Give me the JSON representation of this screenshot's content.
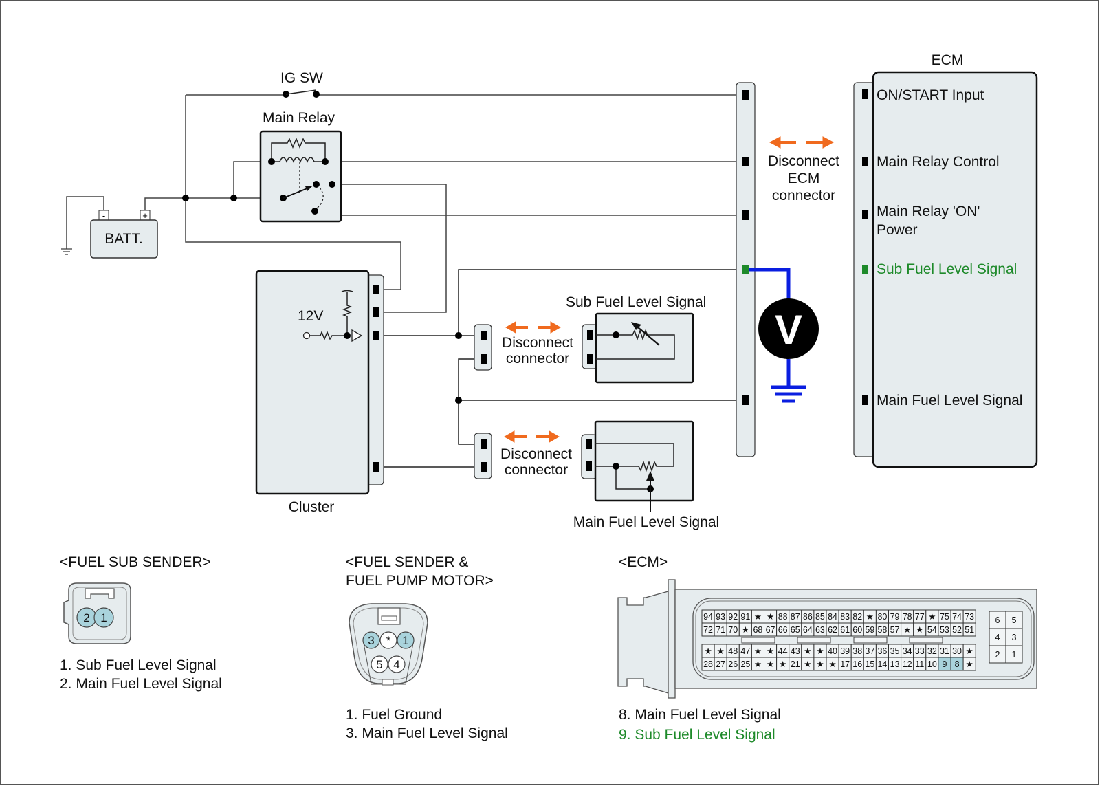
{
  "components": {
    "ig_switch": "IG SW",
    "main_relay": "Main Relay",
    "battery": "BATT.",
    "battery_minus": "-",
    "battery_plus": "+",
    "cluster": "Cluster",
    "cluster_voltage": "12V",
    "ecm": "ECM",
    "sub_sender": "Sub Fuel Level Signal",
    "main_sender": "Main Fuel Level Signal",
    "voltmeter": "V"
  },
  "ecm_terminals": [
    {
      "label_line1": "ON/START Input",
      "label_line2": "",
      "highlight": false
    },
    {
      "label_line1": "Main Relay Control",
      "label_line2": "",
      "highlight": false
    },
    {
      "label_line1": "Main Relay 'ON'",
      "label_line2": "Power",
      "highlight": false
    },
    {
      "label_line1": "Sub Fuel Level Signal",
      "label_line2": "",
      "highlight": true
    },
    {
      "label_line1": "Main Fuel Level Signal",
      "label_line2": "",
      "highlight": false
    }
  ],
  "disconnect_labels": {
    "ecm": [
      "Disconnect",
      "ECM",
      "connector"
    ],
    "sub": [
      "Disconnect",
      "connector"
    ],
    "main": [
      "Disconnect",
      "connector"
    ]
  },
  "connector_views": {
    "fuel_sub_sender": {
      "title": "<FUEL SUB SENDER>",
      "pins": [
        "2",
        "1"
      ],
      "legend": [
        "1. Sub Fuel Level Signal",
        "2. Main Fuel Level Signal"
      ]
    },
    "fuel_sender_pump": {
      "title_line1": "<FUEL SENDER &",
      "title_line2": "FUEL PUMP MOTOR>",
      "pins_top": [
        "3",
        "*",
        "1"
      ],
      "pins_bottom": [
        "5",
        "4"
      ],
      "legend": [
        "1. Fuel Ground",
        "3. Main Fuel Level Signal"
      ]
    },
    "ecm": {
      "title": "<ECM>",
      "rows": [
        [
          "94",
          "93",
          "92",
          "91",
          "*",
          "*",
          "88",
          "87",
          "86",
          "85",
          "84",
          "83",
          "82",
          "*",
          "80",
          "79",
          "78",
          "77",
          "*",
          "75",
          "74",
          "73"
        ],
        [
          "72",
          "71",
          "70",
          "*",
          "68",
          "67",
          "66",
          "65",
          "64",
          "63",
          "62",
          "61",
          "60",
          "59",
          "58",
          "57",
          "*",
          "*",
          "54",
          "53",
          "52",
          "51"
        ],
        [
          "*",
          "*",
          "48",
          "47",
          "*",
          "*",
          "44",
          "43",
          "*",
          "*",
          "40",
          "39",
          "38",
          "37",
          "36",
          "35",
          "34",
          "33",
          "32",
          "31",
          "30",
          "*"
        ],
        [
          "28",
          "27",
          "26",
          "25",
          "*",
          "*",
          "*",
          "21",
          "*",
          "*",
          "*",
          "17",
          "16",
          "15",
          "14",
          "13",
          "12",
          "11",
          "10",
          "9",
          "8",
          "*"
        ]
      ],
      "highlighted_pins": [
        "9",
        "8"
      ],
      "aux_block": [
        [
          "6",
          "5"
        ],
        [
          "4",
          "3"
        ],
        [
          "2",
          "1"
        ]
      ],
      "legend": [
        {
          "text": "8. Main Fuel Level Signal",
          "highlight": false
        },
        {
          "text": "9. Sub Fuel Level Signal",
          "highlight": true
        }
      ]
    }
  },
  "colors": {
    "highlight_green": "#1e8a2a",
    "measure_blue": "#0a1ee0",
    "disconnect_arrow": "#f06a1e",
    "pin_highlight": "#a9d3dc",
    "component_fill": "#e6ecee"
  }
}
